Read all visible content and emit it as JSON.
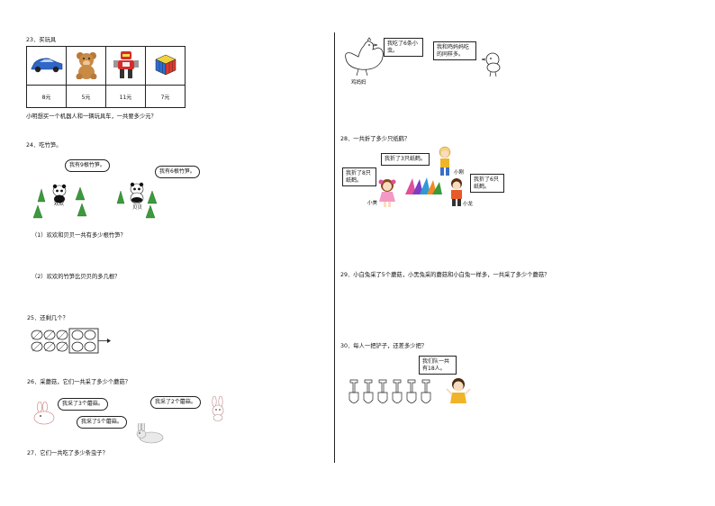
{
  "q23": {
    "title": "23．买玩具",
    "prices": [
      "8元",
      "5元",
      "11元",
      "7元"
    ],
    "question": "小明想买一个机器人和一辆玩具车，一共要多少元？",
    "items": [
      "car-icon",
      "teddy-bear-icon",
      "robot-icon",
      "rubik-cube-icon"
    ]
  },
  "q24": {
    "title": "24．吃竹笋。",
    "bubble_left": "我有9根竹笋。",
    "bubble_right": "我有6根竹笋。",
    "name_left": "欢欢",
    "name_right": "贝贝",
    "sub1": "（1）欢欢和贝贝一共有多少根竹笋？",
    "sub2": "（2）欢欢的竹笋比贝贝的多几根？"
  },
  "q25": {
    "title": "25．还剩几个？"
  },
  "q26": {
    "title": "26．采蘑菇，它们一共采了多少个蘑菇？",
    "bubble_1": "我采了3个蘑菇。",
    "bubble_2": "我采了2个蘑菇。",
    "bubble_3": "我采了5个蘑菇。"
  },
  "q27": {
    "title": "27．它们一共吃了多少条虫子？",
    "bubble_hen": "我吃了6条小虫。",
    "bubble_chick": "我和鸡妈妈吃的同样多。",
    "label_hen": "鸡妈妈"
  },
  "q28": {
    "title": "28．一共折了多少只纸鹤？",
    "bubble_top": "我折了3只纸鹤。",
    "bubble_left": "我折了8只纸鹤。",
    "bubble_right": "我折了6只纸鹤。",
    "name_top": "小刚",
    "name_left": "小美",
    "name_right": "小龙"
  },
  "q29": {
    "title": "29．小白兔采了5个蘑菇，小黑兔采的蘑菇和小白兔一样多，一共采了多少个蘑菇？"
  },
  "q30": {
    "title": "30．每人一把铲子，还差多少把？",
    "bubble": "我们队一共有18人。",
    "shovel_count": 6
  },
  "colors": {
    "ink": "#111111",
    "bamboo": "#3b9a3b",
    "car": "#2f66c8"
  }
}
